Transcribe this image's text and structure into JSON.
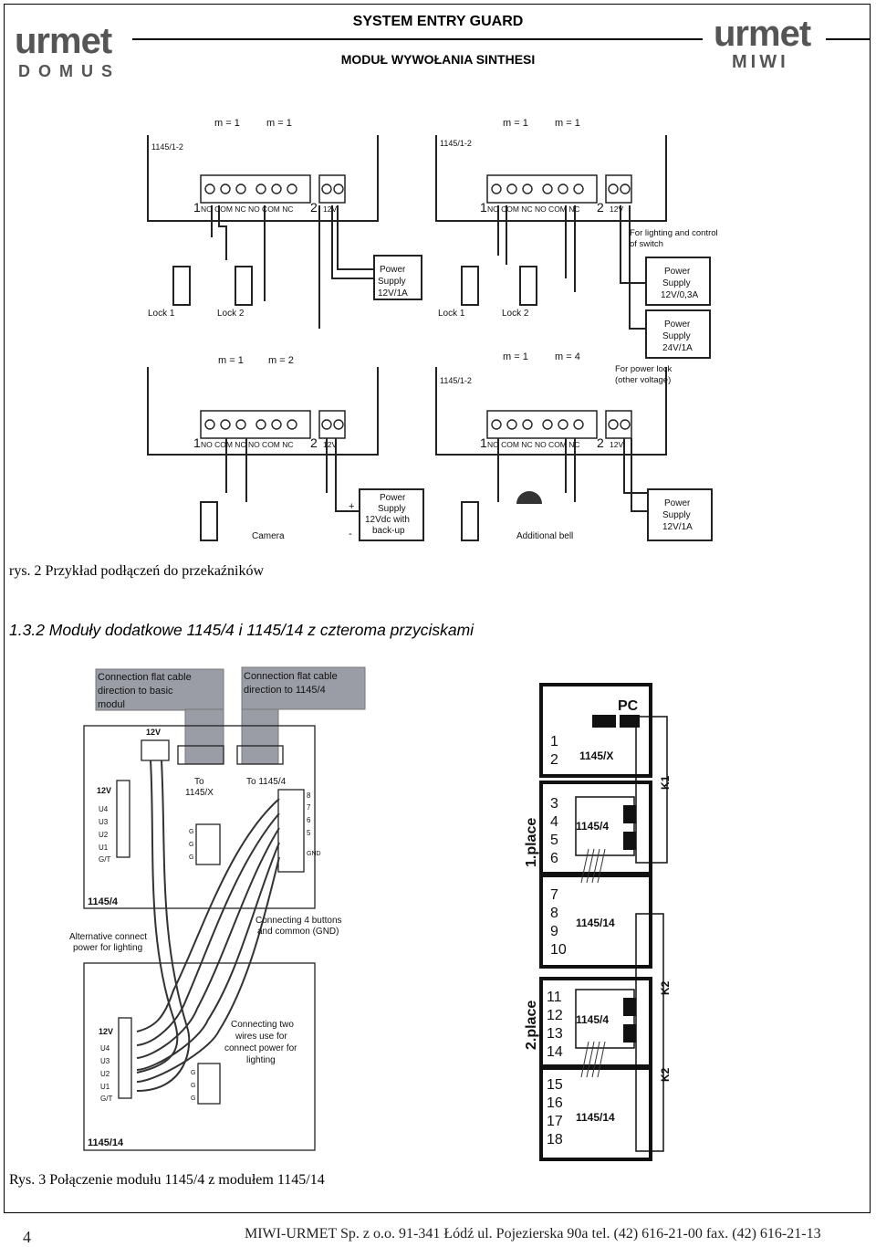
{
  "header": {
    "title": "SYSTEM ENTRY GUARD",
    "subtitle": "MODUŁ WYWOŁANIA SINTHESI",
    "logo_left_top": "urmet",
    "logo_left_bottom": "DOMUS",
    "logo_right_top": "urmet",
    "logo_right_bottom": "MIWI"
  },
  "figure2": {
    "caption": "rys. 2 Przykład podłączeń do przekaźników",
    "panels": [
      {
        "m1": "m = 1",
        "m2": "m = 1",
        "module": "1145/1-2",
        "t1": "1",
        "t2": "2",
        "terms": "NO COM NC  NO COM NC",
        "v": "12V",
        "load1": "Lock 1",
        "load2": "Lock 2",
        "ps": [
          "Power",
          "Supply",
          "12V/1A"
        ]
      },
      {
        "m1": "m = 1",
        "m2": "m = 1",
        "module": "1145/1-2",
        "t1": "1",
        "t2": "2",
        "terms": "NO COM NC  NO COM NC",
        "v": "12V",
        "note": [
          "For lighting and control",
          "of switch"
        ],
        "load1": "Lock 1",
        "load2": "Lock 2",
        "ps1": [
          "Power",
          "Supply",
          "12V/0,3A"
        ],
        "ps2": [
          "Power",
          "Supply",
          "24V/1A"
        ]
      },
      {
        "m1": "m = 1",
        "m2": "m = 2",
        "t1": "1",
        "t2": "2",
        "terms": "NO COM NC  NO COM NC",
        "v": "12V",
        "load": "Camera",
        "plus": "+",
        "minus": "-",
        "ps": [
          "Power",
          "Supply",
          "12Vdc with",
          "back-up"
        ]
      },
      {
        "m1": "m = 1",
        "m2": "m = 4",
        "module": "1145/1-2",
        "t1": "1",
        "t2": "2",
        "terms": "NO COM NC  NO COM NC",
        "v": "12V",
        "note": [
          "For power lock",
          "(other voltage)"
        ],
        "bell": "Additional bell",
        "ps": [
          "Power",
          "Supply",
          "12V/1A"
        ]
      }
    ]
  },
  "section": {
    "heading": "1.3.2 Moduły dodatkowe 1145/4 i 1145/14 z czteroma przyciskami"
  },
  "figure3": {
    "caption": "Rys. 3 Połączenie modułu 1145/4 z modułem 1145/14",
    "label_box1": [
      "Connection  flat   cable",
      "direction    to     basic",
      "modul"
    ],
    "label_box2": [
      "Connection flat cable",
      "direction to 1145/4"
    ],
    "v12": "12V",
    "to_x": [
      "To",
      "1145/X"
    ],
    "to_4": "To 1145/4",
    "inputs": [
      "12V",
      "U4",
      "U3",
      "U2",
      "U1",
      "G/T"
    ],
    "outputs": [
      "8",
      "7",
      "6",
      "5",
      "GND"
    ],
    "g_labels": [
      "G",
      "G",
      "G"
    ],
    "module_a": "1145/4",
    "module_b": "1145/14",
    "alt_note": [
      "Alternative connect",
      "power for lighting"
    ],
    "buttons_note": [
      "Connecting 4 buttons",
      "and common (GND)"
    ],
    "two_wires_note": [
      "Connecting two",
      "wires use for",
      "connect power for",
      "lighting"
    ],
    "rack": {
      "pc": "PC",
      "place1": "1.place",
      "place2": "2.place",
      "k1": "K1",
      "k2a": "K2",
      "k2b": "K2",
      "slots": [
        {
          "nums": [
            "1",
            "2"
          ],
          "module": "1145/X"
        },
        {
          "nums": [
            "3",
            "4",
            "5",
            "6"
          ],
          "module": "1145/4"
        },
        {
          "nums": [
            "7",
            "8",
            "9",
            "10"
          ],
          "module": "1145/14"
        },
        {
          "nums": [
            "11",
            "12",
            "13",
            "14"
          ],
          "module": "1145/4"
        },
        {
          "nums": [
            "15",
            "16",
            "17",
            "18"
          ],
          "module": "1145/14"
        }
      ]
    }
  },
  "footer": {
    "page": "4",
    "company": "MIWI-URMET Sp. z o.o.   91-341 Łódź ul. Pojezierska 90a  tel. (42) 616-21-00  fax. (42) 616-21-13"
  }
}
